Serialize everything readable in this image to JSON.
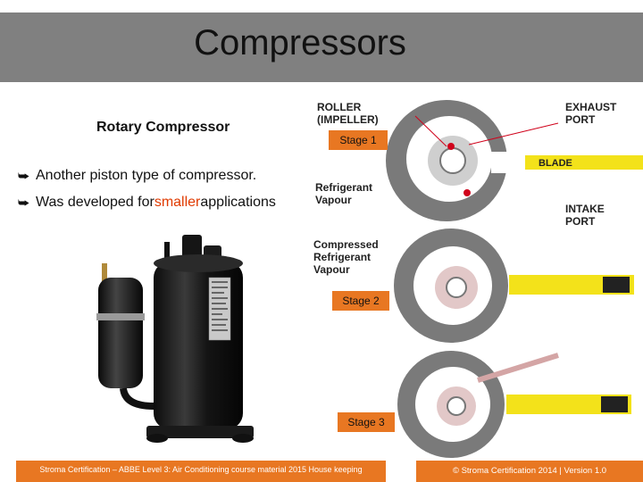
{
  "slide": {
    "title": "Compressors",
    "subtitle": "Rotary Compressor",
    "bullets": [
      {
        "prefix": "Another piston type of compressor.",
        "highlight": "",
        "suffix": ""
      },
      {
        "prefix": "Was developed for ",
        "highlight": "smaller",
        "suffix": " applications"
      }
    ],
    "highlight_color": "#e03a00",
    "accent_color": "#e87722"
  },
  "diagram": {
    "labels": {
      "roller": "ROLLER",
      "impeller": "(IMPELLER)",
      "exhaust": "EXHAUST",
      "port1": "PORT",
      "blade": "BLADE",
      "refrigerant": "Refrigerant",
      "vapour": "Vapour",
      "intake": "INTAKE",
      "port2": "PORT",
      "compressed": "Compressed",
      "refrigerant2": "Refrigerant",
      "vapour2": "Vapour"
    },
    "stages": [
      "Stage 1",
      "Stage 2",
      "Stage 3"
    ]
  },
  "footer": {
    "left": "Stroma Certification – ABBE Level 3: Air Conditioning course material 2015 House keeping",
    "right": "© Stroma Certification 2014  |   Version 1.0"
  }
}
